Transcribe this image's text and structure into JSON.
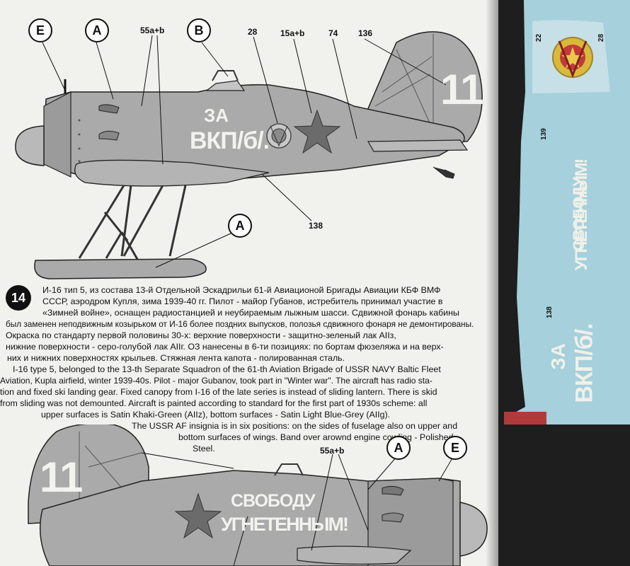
{
  "callouts_top": {
    "E": "E",
    "A": "A",
    "B": "B",
    "A_bottom": "A",
    "n55": "55a+b",
    "n28": "28",
    "n15": "15a+b",
    "n74": "74",
    "n136": "136",
    "n138": "138"
  },
  "markings": {
    "tail_number": "11",
    "za": "ЗА",
    "vkp": "ВКП/б/.",
    "svobodu": "СВОБОДУ",
    "ugnetennym": "УГНЕТЕННЫМ!"
  },
  "profile_number": "14",
  "text_ru": [
    "И-16 тип 5, из состава 13-й Отдельной Эскадрильи 61-й Авиационой Бригады Авиации КБФ ВМФ",
    "СССР, аэродром Купля, зима 1939-40 гг. Пилот - майор Губанов, истребитель принимал участие в",
    "«Зимней  войне», оснащен радиостанцией и неубираемым лыжным шасси. Сдвижной фонарь кабины",
    "был заменен неподвижным козырьком от И-16 более поздних выпусков, полозья сдвижного фонаря не демонтированы.",
    "Окраска по стандарту первой половины 30-х: верхние поверхности -  защитно-зеленый лак AIIз,",
    "нижние поверхности - серо-голубой лак AIIг. ОЗ нанесены в 6-ти позициях: по бортам фюзеляжа и на верх-",
    "них и нижних поверхностях крыльев.  Стяжная лента капота - полированная сталь."
  ],
  "text_en": [
    "I-16 type 5, belonged to the 13-th Separate Squadron of the 61-th Aviation Brigade of USSR NAVY Baltic Fleet",
    "Aviation, Kupla airfield, winter 1939-40s. Pilot - major Gubanov, took part in \"Winter war\". The aircraft has radio sta-",
    "tion and fixed ski landing gear. Fixed canopy from I-16 of the late series is instead of sliding lantern. There is skid",
    "from sliding was not demounted. Aircraft is painted according to standard for the first part of 1930s scheme:  all",
    "upper surfaces is Satin Khaki-Green (AIIz), bottom surfaces - Satin Light Blue-Grey (AIIg).",
    "The USSR AF insignia is in six positions: on the sides of fuselage also on upper and",
    "bottom surfaces of wings. Band over arownd engine cowling - Polished",
    "Steel."
  ],
  "callouts_bottom": {
    "n55": "55a+b",
    "A": "A",
    "E": "E"
  },
  "decal_sheet": {
    "n22": "22",
    "n28": "28",
    "n139": "139",
    "n138": "138",
    "svobodu": "СВОБОДУ",
    "ugnetennym": "УГНЕТЕННЫМ!",
    "za": "ЗА",
    "vkp": "ВКП/б/."
  },
  "colors": {
    "aircraft_grey": "#a9aaa9",
    "decal_blue": "#a5d0dc",
    "marking_white": "#f2f2ee",
    "star_grey": "#6b6b6b"
  }
}
